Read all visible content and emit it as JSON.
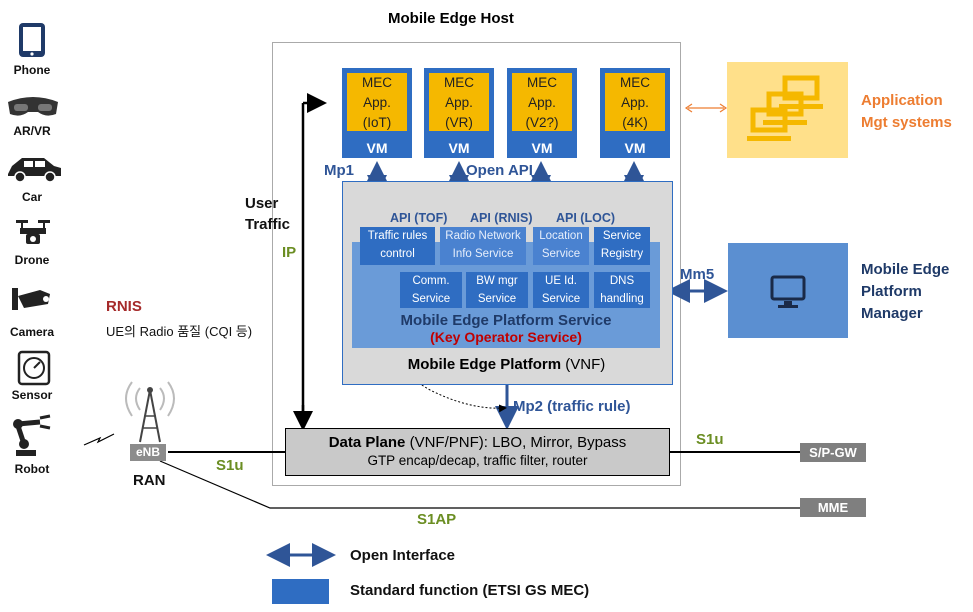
{
  "title": "Mobile Edge Host",
  "devices": [
    {
      "label": "Phone",
      "icon": "phone-icon"
    },
    {
      "label": "AR/VR",
      "icon": "vr-headset-icon"
    },
    {
      "label": "Car",
      "icon": "car-icon"
    },
    {
      "label": "Drone",
      "icon": "drone-icon"
    },
    {
      "label": "Camera",
      "icon": "camera-icon"
    },
    {
      "label": "Sensor",
      "icon": "sensor-icon"
    },
    {
      "label": "Robot",
      "icon": "robot-icon"
    }
  ],
  "rnis": {
    "title": "RNIS",
    "desc": "UE의 Radio 품질 (CQI 등)"
  },
  "ran": {
    "enb": "eNB",
    "label": "RAN"
  },
  "user_traffic": {
    "line1": "User",
    "line2": "Traffic",
    "ip": "IP"
  },
  "apps": [
    {
      "line1": "MEC",
      "line2": "App.",
      "line3": "(IoT)",
      "vm": "VM"
    },
    {
      "line1": "MEC",
      "line2": "App.",
      "line3": "(VR)",
      "vm": "VM"
    },
    {
      "line1": "MEC",
      "line2": "App.",
      "line3": "(V2?)",
      "vm": "VM"
    },
    {
      "line1": "MEC",
      "line2": "App.",
      "line3": "(4K)",
      "vm": "VM"
    }
  ],
  "interfaces": {
    "mp1": "Mp1",
    "open_api": "Open API",
    "mm5": "Mm5",
    "mp2": "Mp2 (traffic rule)",
    "s1u_left": "S1u",
    "s1u_right": "S1u",
    "s1ap": "S1AP"
  },
  "apis": {
    "tof": "API (TOF)",
    "rnis": "API (RNIS)",
    "loc": "API (LOC)"
  },
  "services_top": [
    {
      "l1": "Traffic rules",
      "l2": "control"
    },
    {
      "l1": "Radio Network",
      "l2": "Info Service"
    },
    {
      "l1": "Location",
      "l2": "Service"
    },
    {
      "l1": "Service",
      "l2": "Registry"
    }
  ],
  "services_bottom": [
    {
      "l1": "Comm.",
      "l2": "Service"
    },
    {
      "l1": "BW mgr",
      "l2": "Service"
    },
    {
      "l1": "UE Id.",
      "l2": "Service"
    },
    {
      "l1": "DNS",
      "l2": "handling"
    }
  ],
  "platform_service": {
    "title": "Mobile Edge Platform Service",
    "sub": "(Key Operator Service)"
  },
  "platform": {
    "title": "Mobile Edge Platform",
    "suffix": "(VNF)"
  },
  "data_plane": {
    "bold": "Data Plane",
    "rest": "(VNF/PNF): LBO, Mirror, Bypass",
    "line2": "GTP encap/decap, traffic filter, router"
  },
  "gateways": {
    "sgw": "S/P-GW",
    "mme": "MME"
  },
  "app_mgt": {
    "line1": "Application",
    "line2": "Mgt systems"
  },
  "platform_mgr": {
    "line1": "Mobile Edge",
    "line2": "Platform",
    "line3": "Manager"
  },
  "legend": {
    "open_interface": "Open Interface",
    "standard_function": "Standard function (ETSI GS MEC)"
  },
  "colors": {
    "mec_blue": "#2f6dc2",
    "app_yellow": "#f5b800",
    "orange_text": "#ed7d31",
    "green_text": "#6b8e23",
    "dark_red": "#c00000"
  }
}
